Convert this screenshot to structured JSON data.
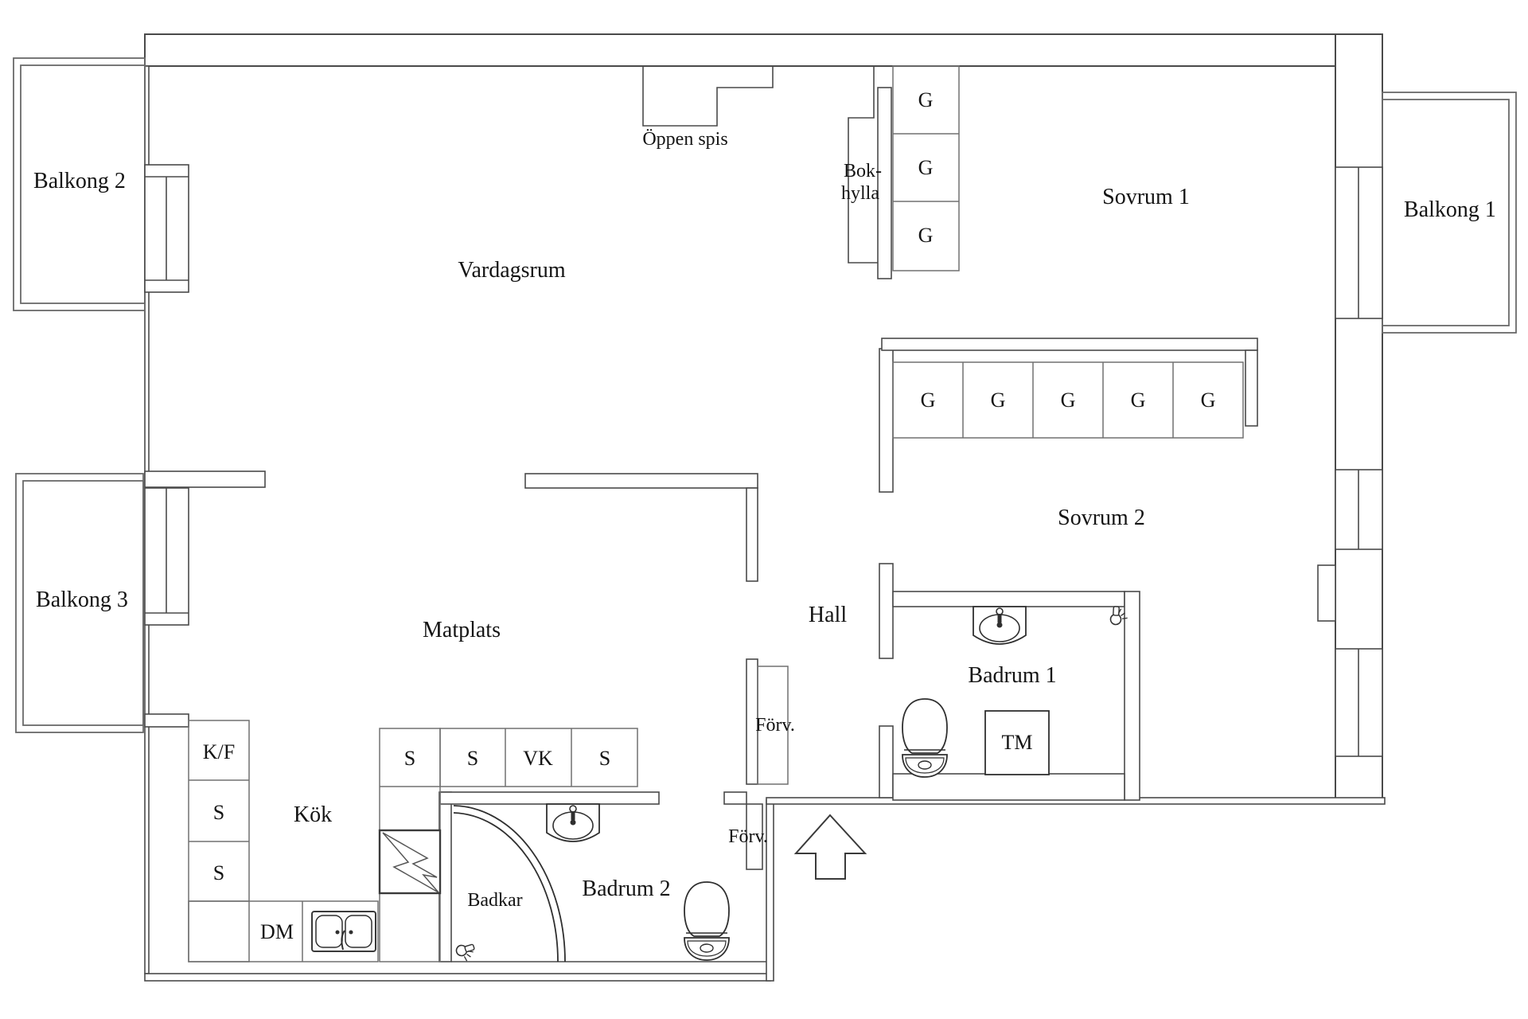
{
  "rooms": {
    "vardagsrum": "Vardagsrum",
    "matplats": "Matplats",
    "kok": "Kök",
    "hall": "Hall",
    "sovrum1": "Sovrum 1",
    "sovrum2": "Sovrum 2",
    "badrum1": "Badrum 1",
    "badrum2": "Badrum 2",
    "balkong1": "Balkong 1",
    "balkong2": "Balkong 2",
    "balkong3": "Balkong 3"
  },
  "features": {
    "oppen_spis": "Öppen spis",
    "bokhylla_line1": "Bok-",
    "bokhylla_line2": "hylla",
    "badkar": "Badkar",
    "forv_upper": "Förv.",
    "forv_lower": "Förv."
  },
  "closets": {
    "wardrobe_column": [
      "G",
      "G",
      "G"
    ],
    "wardrobe_row": [
      "G",
      "G",
      "G",
      "G",
      "G"
    ]
  },
  "kitchen": {
    "left_column": [
      "K/F",
      "S",
      "S"
    ],
    "top_row": [
      "S",
      "S",
      "VK",
      "S"
    ],
    "dishwasher": "DM"
  },
  "laundry": {
    "washing_machine": "TM"
  },
  "colors": {
    "wall_line": "#4a4a4a",
    "cabinet_line": "#707070",
    "fixture_line": "#2f2f2f",
    "text": "#141414",
    "background": "#ffffff"
  }
}
